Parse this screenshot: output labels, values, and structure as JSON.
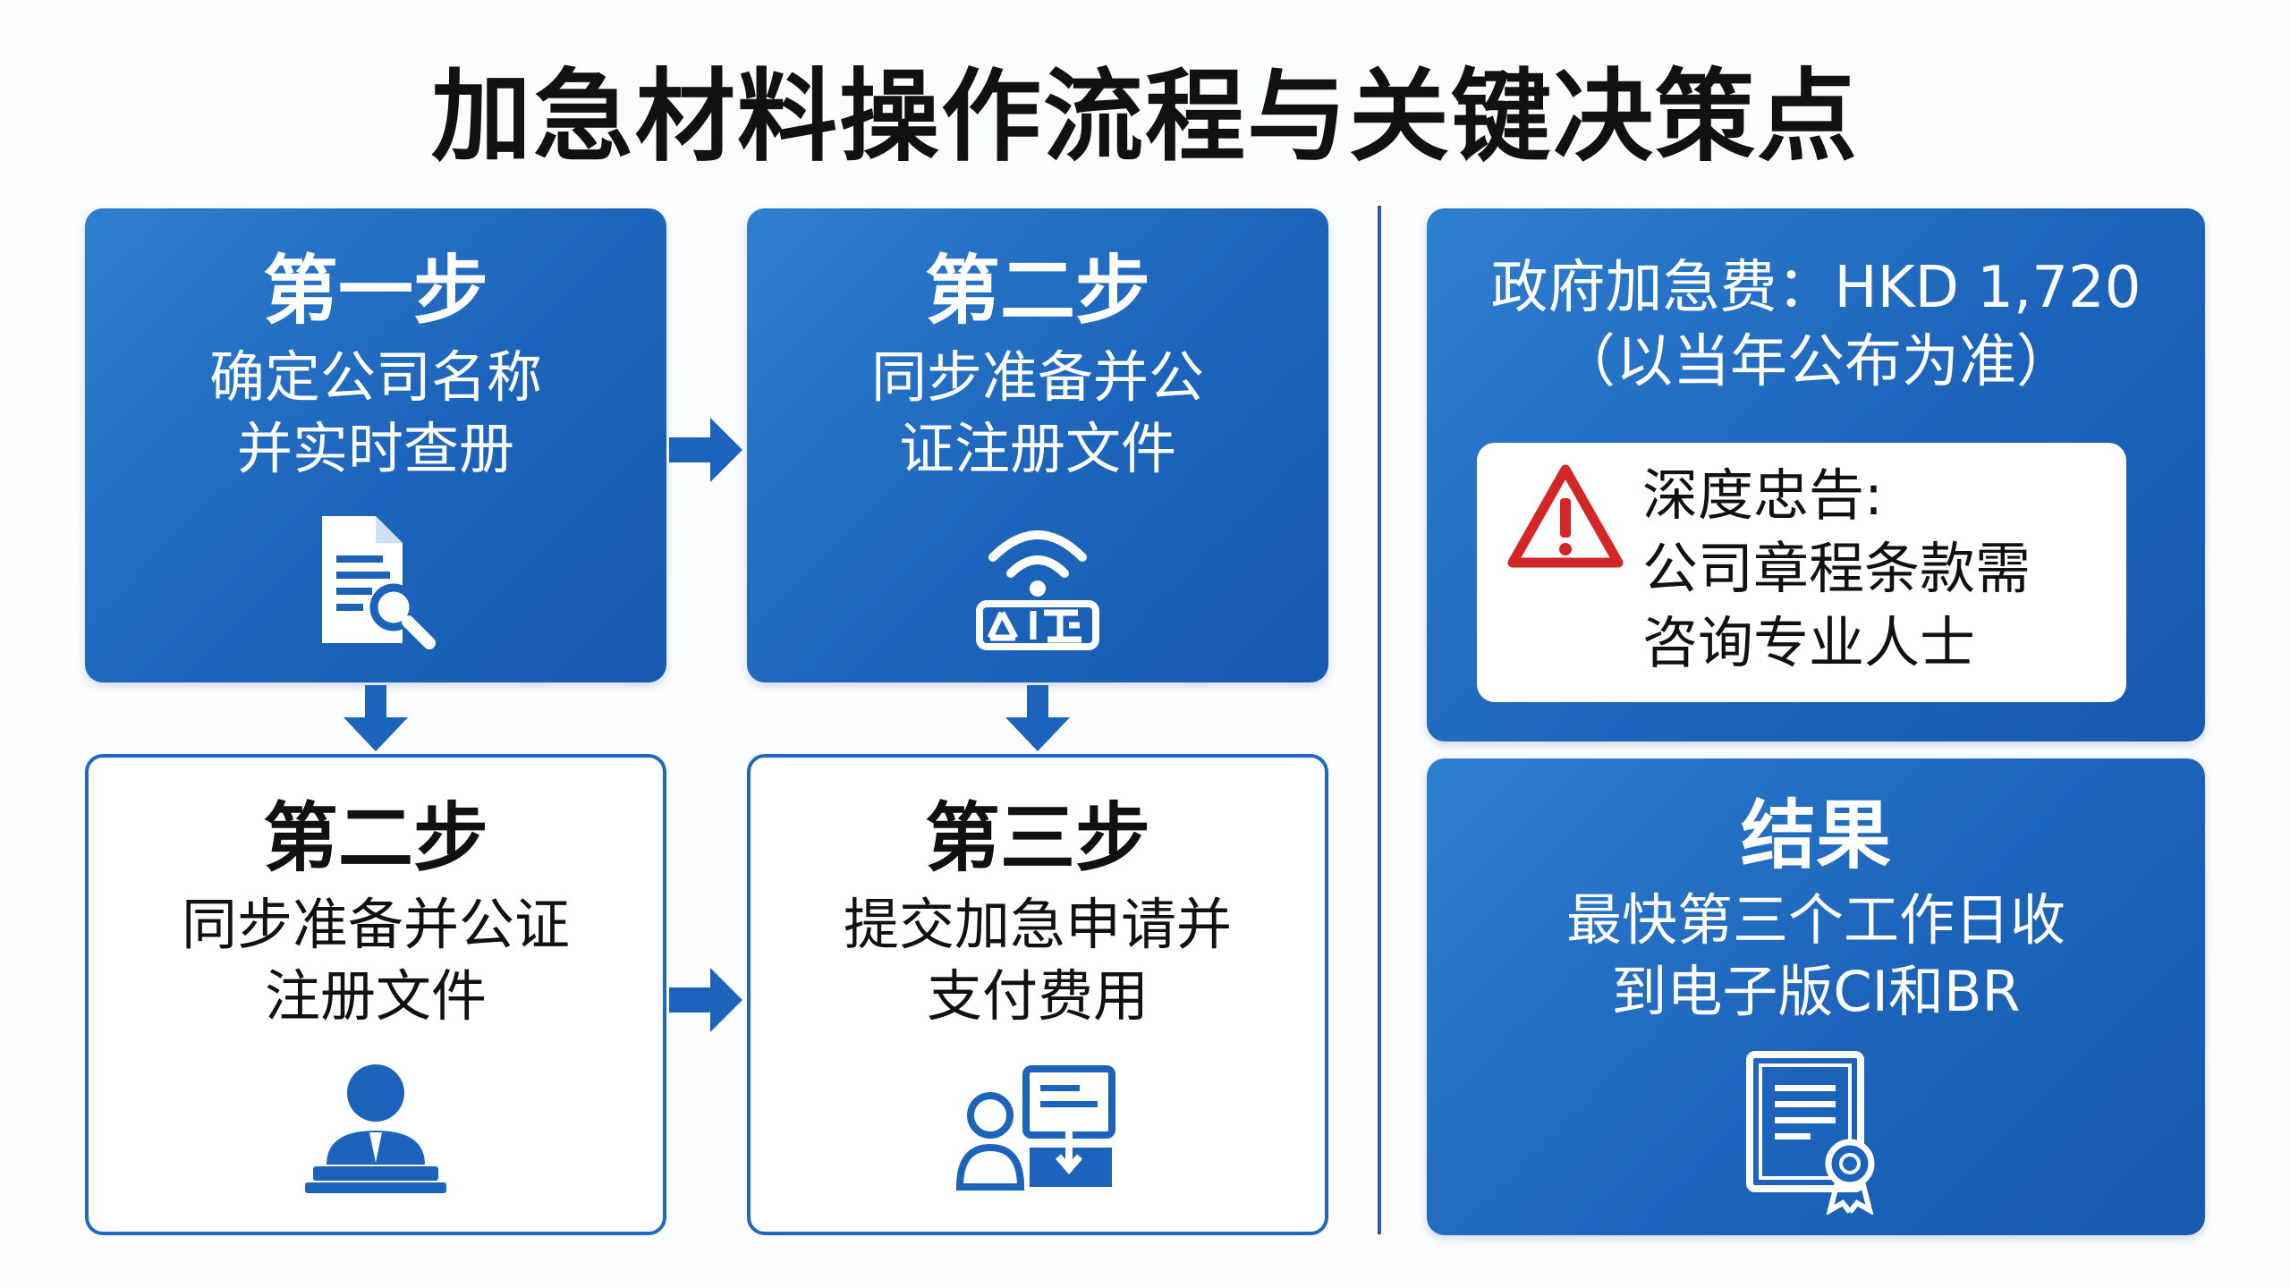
{
  "title": "加急材料操作流程与关键决策点",
  "steps": [
    {
      "title": "第一步",
      "desc_line1": "确定公司名称",
      "desc_line2": "并实时查册",
      "icon": "document-search-icon"
    },
    {
      "title": "第二步",
      "desc_line1": "同步准备并公",
      "desc_line2": "证注册文件",
      "icon": "notary-wifi-icon"
    },
    {
      "title": "第二步",
      "desc_line1": "同步准备并公证",
      "desc_line2": "注册文件",
      "icon": "person-podium-icon"
    },
    {
      "title": "第三步",
      "desc_line1": "提交加急申请并",
      "desc_line2": "支付费用",
      "icon": "person-submit-icon"
    }
  ],
  "fee": {
    "line1": "政府加急费：HKD 1,720",
    "line2": "（以当年公布为准）"
  },
  "warning": {
    "icon": "warning-triangle-icon",
    "line1": "深度忠告:",
    "line2": "公司章程条款需",
    "line3": "咨询专业人士"
  },
  "result": {
    "title": "结果",
    "line1": "最快第三个工作日收",
    "line2": "到电子版CI和BR",
    "icon": "certificate-icon"
  },
  "colors": {
    "primary_blue": "#1c64bb",
    "warning_red": "#d32626"
  }
}
